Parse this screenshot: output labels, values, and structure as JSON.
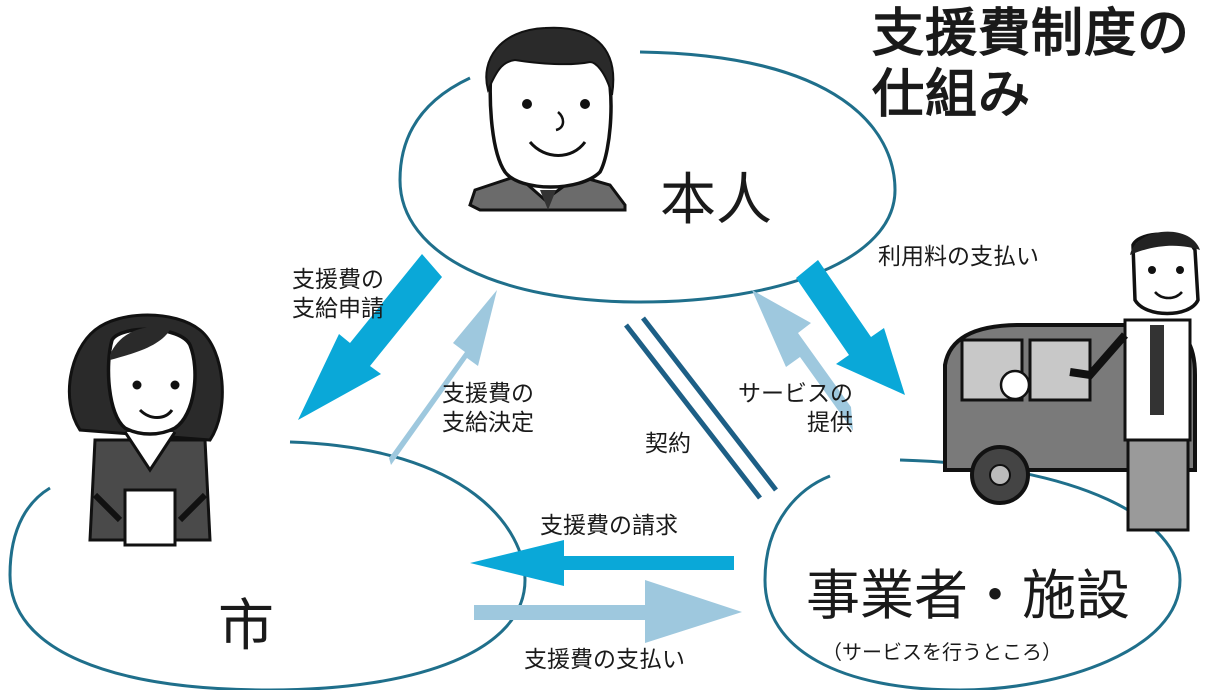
{
  "title": {
    "line1": "支援費制度の",
    "line2": "仕組み"
  },
  "nodes": {
    "person": {
      "label": "本人"
    },
    "city": {
      "label": "市"
    },
    "provider": {
      "label": "事業者・施設",
      "sublabel": "（サービスを行うところ）"
    }
  },
  "flows": {
    "application": {
      "line1": "支援費の",
      "line2": "支給申請"
    },
    "decision": {
      "line1": "支援費の",
      "line2": "支給決定"
    },
    "contract": {
      "label": "契約"
    },
    "fee": {
      "label": "利用料の支払い"
    },
    "service": {
      "line1": "サービスの",
      "line2": "提供"
    },
    "claim": {
      "label": "支援費の請求"
    },
    "payment": {
      "label": "支援費の支払い"
    }
  },
  "colors": {
    "ellipse_stroke": "#1f6f8b",
    "arrow_dark": "#0aa8d8",
    "arrow_light": "#9ec8de",
    "contract_line": "#1d5f86"
  }
}
